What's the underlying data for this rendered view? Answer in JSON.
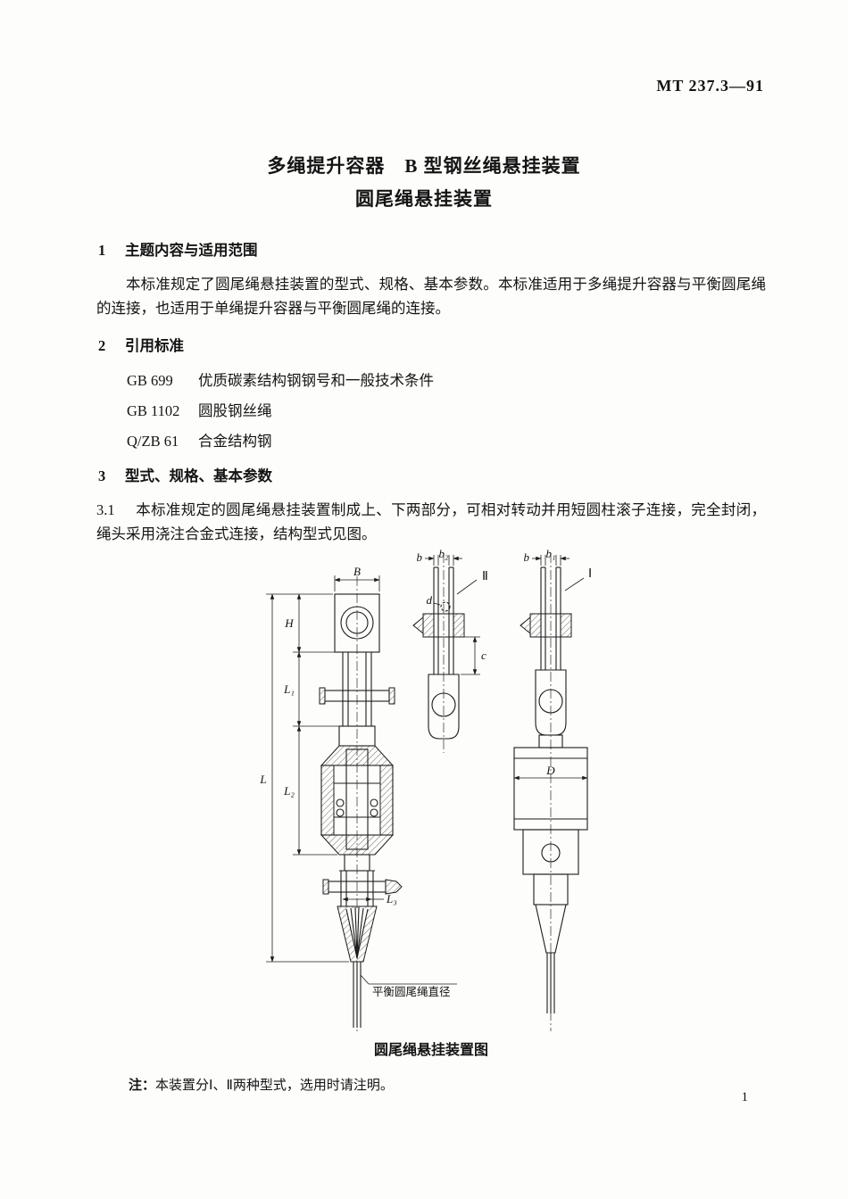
{
  "page": {
    "standard_code": "MT 237.3—91",
    "title_line1": "多绳提升容器　B 型钢丝绳悬挂装置",
    "title_line2": "圆尾绳悬挂装置",
    "page_number": "1"
  },
  "sections": [
    {
      "number": "1",
      "heading": "主题内容与适用范围",
      "body": "本标准规定了圆尾绳悬挂装置的型式、规格、基本参数。本标准适用于多绳提升容器与平衡圆尾绳的连接，也适用于单绳提升容器与平衡圆尾绳的连接。"
    },
    {
      "number": "2",
      "heading": "引用标准",
      "references": [
        {
          "code": "GB 699",
          "title": "优质碳素结构钢钢号和一般技术条件"
        },
        {
          "code": "GB 1102",
          "title": "圆股钢丝绳"
        },
        {
          "code": "Q/ZB 61",
          "title": "合金结构钢"
        }
      ]
    },
    {
      "number": "3",
      "heading": "型式、规格、基本参数",
      "clause_number": "3.1",
      "clause_body": "本标准规定的圆尾绳悬挂装置制成上、下两部分，可相对转动并用短圆柱滚子连接，完全封闭，绳头采用浇注合金式连接，结构型式见图。"
    }
  ],
  "figure": {
    "caption": "圆尾绳悬挂装置图",
    "note_label": "注：",
    "note_text": "本装置分Ⅰ、Ⅱ两种型式，选用时请注明。",
    "labels": {
      "B": "B",
      "H": "H",
      "L": "L",
      "L1": "L₁",
      "L2": "L₂",
      "L3": "L₃",
      "b": "b",
      "b1": "b₁",
      "b2": "b₂",
      "c": "c",
      "d": "d",
      "D": "D",
      "type1": "Ⅰ",
      "type2": "Ⅱ",
      "rope_diameter": "平衡圆尾绳直径"
    }
  }
}
